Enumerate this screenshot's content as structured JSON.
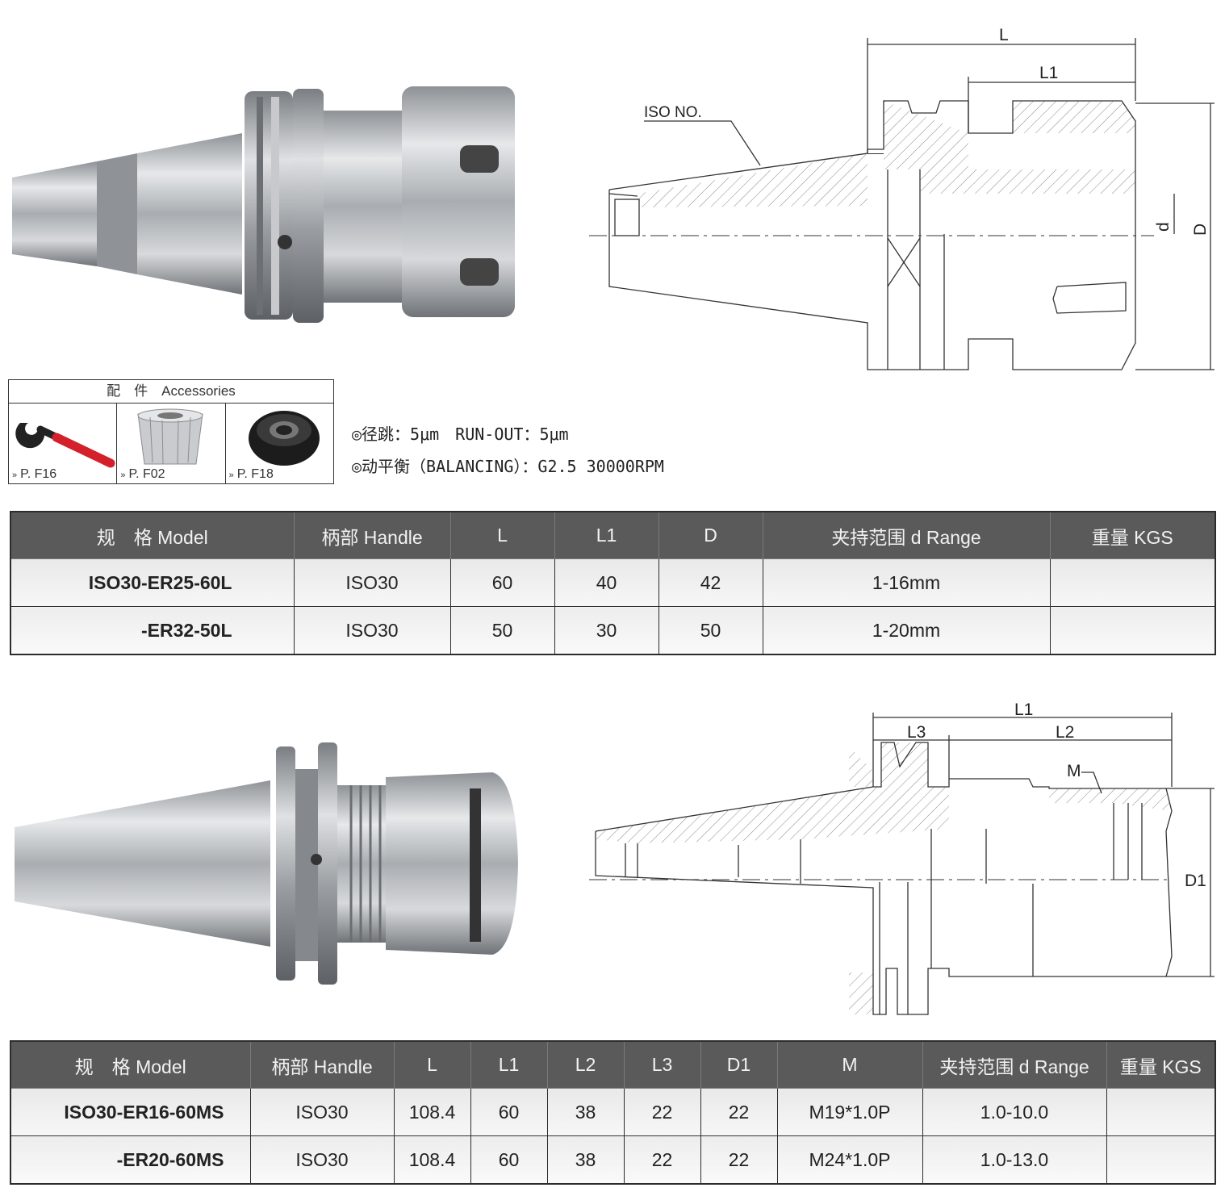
{
  "accessories": {
    "title": "配　件　Accessories",
    "items": [
      {
        "ref": "P. F16",
        "icon": "wrench-icon"
      },
      {
        "ref": "P. F02",
        "icon": "collet-icon"
      },
      {
        "ref": "P. F18",
        "icon": "clamp-nut-icon"
      }
    ]
  },
  "specs": {
    "runout": "◎径跳：5μm　RUN-OUT：5μm",
    "balancing": "◎动平衡（BALANCING）：G2.5 30000RPM"
  },
  "drawing1": {
    "label_iso": "ISO NO.",
    "L": "L",
    "L1": "L1",
    "d": "d",
    "D": "D"
  },
  "drawing2": {
    "L1": "L1",
    "L3": "L3",
    "L2": "L2",
    "M": "M",
    "D1": "D1"
  },
  "table1": {
    "headers": [
      "规　格 Model",
      "柄部 Handle",
      "L",
      "L1",
      "D",
      "夹持范围 d  Range",
      "重量 KGS"
    ],
    "rows": [
      [
        "ISO30-ER25-60L",
        "ISO30",
        "60",
        "40",
        "42",
        "1-16mm",
        ""
      ],
      [
        "-ER32-50L",
        "ISO30",
        "50",
        "30",
        "50",
        "1-20mm",
        ""
      ]
    ]
  },
  "table2": {
    "headers": [
      "规　格 Model",
      "柄部 Handle",
      "L",
      "L1",
      "L2",
      "L3",
      "D1",
      "M",
      "夹持范围 d  Range",
      "重量 KGS"
    ],
    "rows": [
      [
        "ISO30-ER16-60MS",
        "ISO30",
        "108.4",
        "60",
        "38",
        "22",
        "22",
        "M19*1.0P",
        "1.0-10.0",
        ""
      ],
      [
        "-ER20-60MS",
        "ISO30",
        "108.4",
        "60",
        "38",
        "22",
        "22",
        "M24*1.0P",
        "1.0-13.0",
        ""
      ]
    ]
  },
  "colors": {
    "header_bg": "#5a5a5a",
    "wrench_handle": "#d4202a",
    "metal": "#b9bcc0"
  }
}
